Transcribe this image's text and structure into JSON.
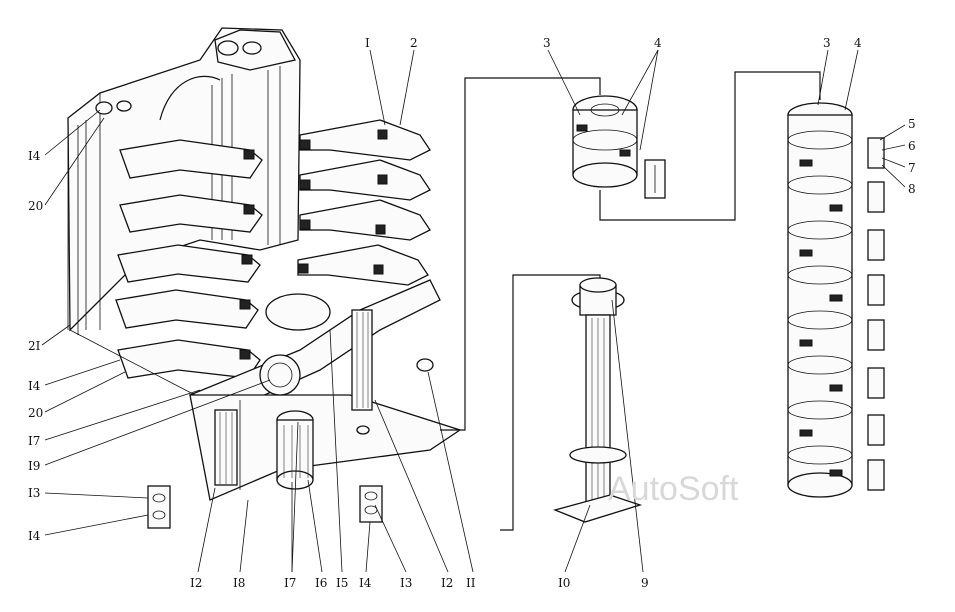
{
  "diagram": {
    "labels_left": {
      "l14_top": "I4",
      "l20_top": "20",
      "l21": "2I",
      "l14_mid": "I4",
      "l20_mid": "20",
      "l17_left": "I7",
      "l19": "I9",
      "l13_left": "I3",
      "l14_low": "I4"
    },
    "labels_top": {
      "l1": "I",
      "l2": "2",
      "l3a": "3",
      "l4a": "4",
      "l3b": "3",
      "l4b": "4"
    },
    "labels_right": {
      "l5": "5",
      "l6": "6",
      "l7": "7",
      "l8": "8"
    },
    "labels_bottom": {
      "l12a": "I2",
      "l18": "I8",
      "l17": "I7",
      "l16": "I6",
      "l15": "I5",
      "l14": "I4",
      "l13": "I3",
      "l12b": "I2",
      "l11": "II",
      "l10": "I0",
      "l9": "9"
    },
    "watermark": "AutoSoft"
  }
}
